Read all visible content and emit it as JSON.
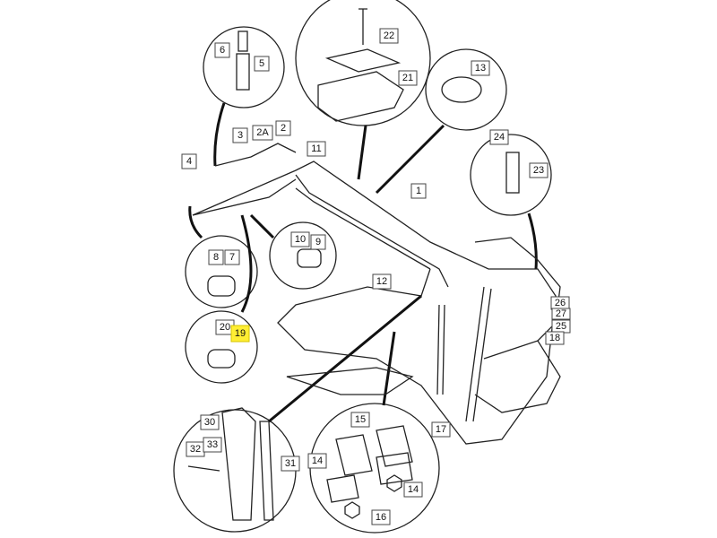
{
  "diagram": {
    "labels": {
      "l22": "22",
      "l6": "6",
      "l5": "5",
      "l21": "21",
      "l13": "13",
      "l3": "3",
      "l2a": "2A",
      "l2": "2",
      "l11": "11",
      "l4": "4",
      "l1": "1",
      "l24": "24",
      "l23": "23",
      "l10": "10",
      "l9": "9",
      "l8": "8",
      "l7": "7",
      "l12": "12",
      "l26": "26",
      "l27": "27",
      "l25": "25",
      "l18": "18",
      "l20": "20",
      "l19": "19",
      "l17": "17",
      "l30": "30",
      "l15": "15",
      "l32": "32",
      "l33": "33",
      "l14a": "14",
      "l31": "31",
      "l14b": "14",
      "l16": "16"
    },
    "highlighted_part": "19",
    "highlight_color": "#ffee33"
  }
}
